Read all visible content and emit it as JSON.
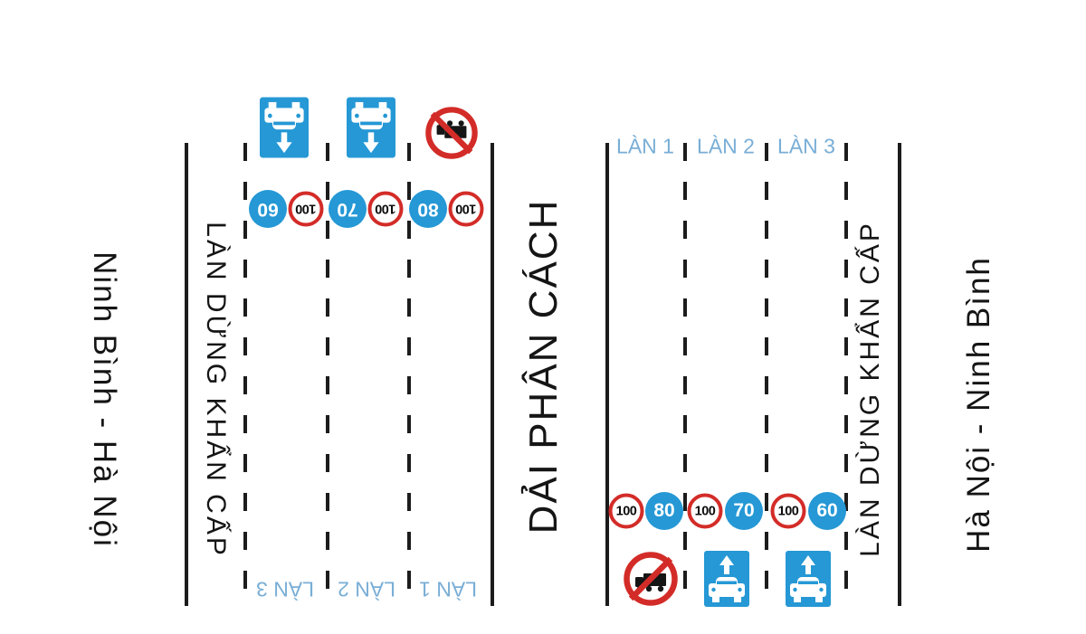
{
  "diagram": {
    "type": "expressway-lane-scheme",
    "median": {
      "label": "DẢI PHÂN CÁCH"
    },
    "left_roadway": {
      "direction_label": "Ninh Bình - Hà Nội",
      "emergency_lane_label": "LÀN DỪNG KHẨN CẤP",
      "orientation": "signs rotated 180° (opposite travel direction)",
      "lanes": [
        {
          "label": "LÀN 3",
          "min_speed": "60",
          "max_speed": "100",
          "pictogram": "car-lane-sign"
        },
        {
          "label": "LÀN 2",
          "min_speed": "70",
          "max_speed": "100",
          "pictogram": "car-lane-sign"
        },
        {
          "label": "LÀN 1",
          "min_speed": "80",
          "max_speed": "100",
          "pictogram": "no-trucks-sign"
        }
      ]
    },
    "right_roadway": {
      "direction_label": "Hà Nội - Ninh Bình",
      "emergency_lane_label": "LÀN DỪNG KHẨN CẤP",
      "orientation": "signs upright",
      "lanes": [
        {
          "label": "LÀN 1",
          "max_speed": "100",
          "min_speed": "80",
          "pictogram": "no-trucks-sign"
        },
        {
          "label": "LÀN 2",
          "max_speed": "100",
          "min_speed": "70",
          "pictogram": "car-lane-sign"
        },
        {
          "label": "LÀN 3",
          "max_speed": "100",
          "min_speed": "60",
          "pictogram": "car-lane-sign"
        }
      ]
    },
    "icons": {
      "car_lane": "car-lane-sign (blue square, car + up arrow)",
      "no_trucks": "no-trucks-sign (red prohibition circle over truck)",
      "min_speed": "minimum-speed-sign (blue circle)",
      "max_speed": "maximum-speed-sign (red-ring circle)"
    }
  },
  "colors": {
    "sign_blue": "#2598d5",
    "sign_red": "#d32c28",
    "lane_label_blue": "#79aed6",
    "line_black": "#1c1c1c"
  }
}
